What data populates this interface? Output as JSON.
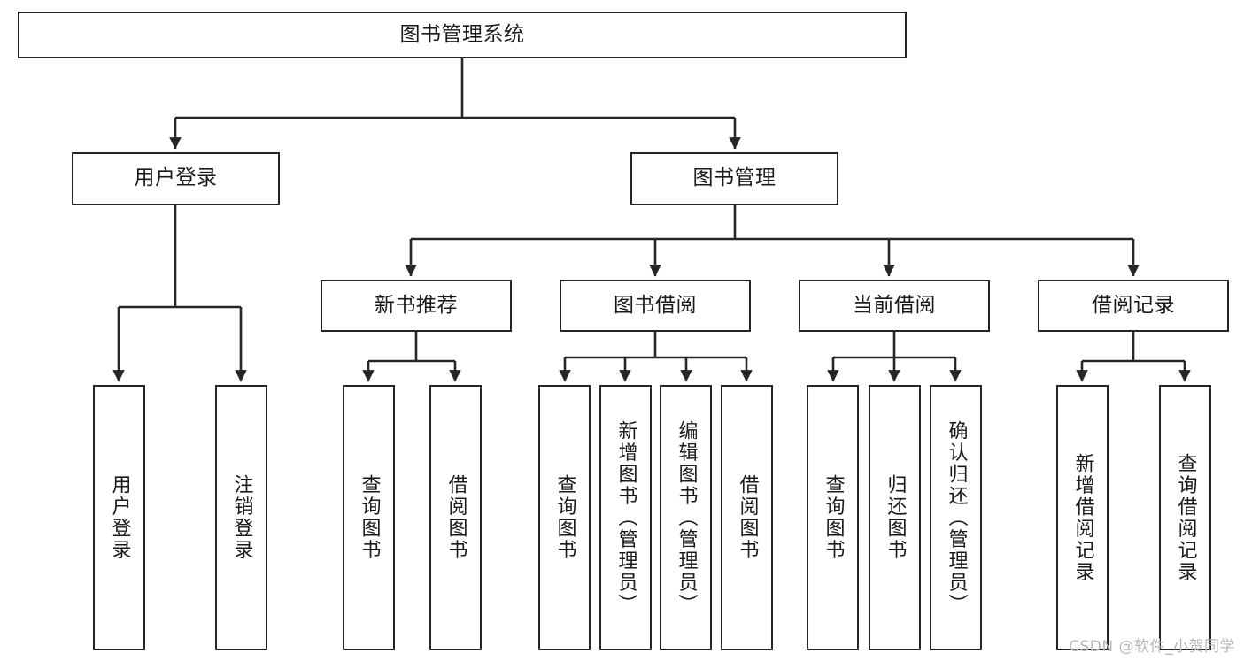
{
  "diagram": {
    "title": "图书管理系统",
    "type": "tree-hierarchy",
    "orientation": "top-down",
    "colors": {
      "box_border": "#262626",
      "box_fill": "#ffffff",
      "connector": "#262626",
      "text": "#1a1a1a",
      "watermark": "#b8b8b8",
      "background": "#ffffff"
    },
    "nodes": {
      "root": {
        "label": "图书管理系统"
      },
      "level2": [
        {
          "id": "user-login",
          "label": "用户登录"
        },
        {
          "id": "book-management",
          "label": "图书管理"
        }
      ],
      "level3": [
        {
          "id": "new-book-recommend",
          "label": "新书推荐"
        },
        {
          "id": "book-borrow",
          "label": "图书借阅"
        },
        {
          "id": "current-borrow",
          "label": "当前借阅"
        },
        {
          "id": "borrow-record",
          "label": "借阅记录"
        }
      ],
      "leaves": {
        "user-login": [
          {
            "id": "user-login-leaf",
            "label": "用户登录"
          },
          {
            "id": "logout-leaf",
            "label": "注销登录"
          }
        ],
        "new-book-recommend": [
          {
            "id": "query-book-1",
            "label": "查询图书"
          },
          {
            "id": "borrow-book-1",
            "label": "借阅图书"
          }
        ],
        "book-borrow": [
          {
            "id": "query-book-2",
            "label": "查询图书"
          },
          {
            "id": "add-book",
            "label": "新增图书（管理员）"
          },
          {
            "id": "edit-book",
            "label": "编辑图书（管理员）"
          },
          {
            "id": "borrow-book-2",
            "label": "借阅图书"
          }
        ],
        "current-borrow": [
          {
            "id": "query-book-3",
            "label": "查询图书"
          },
          {
            "id": "return-book",
            "label": "归还图书"
          },
          {
            "id": "confirm-return",
            "label": "确认归还（管理员）"
          }
        ],
        "borrow-record": [
          {
            "id": "add-borrow-record",
            "label": "新增借阅记录"
          },
          {
            "id": "query-borrow-record",
            "label": "查询借阅记录"
          }
        ]
      }
    },
    "watermark": "CSDN @软件_小贺同学"
  }
}
